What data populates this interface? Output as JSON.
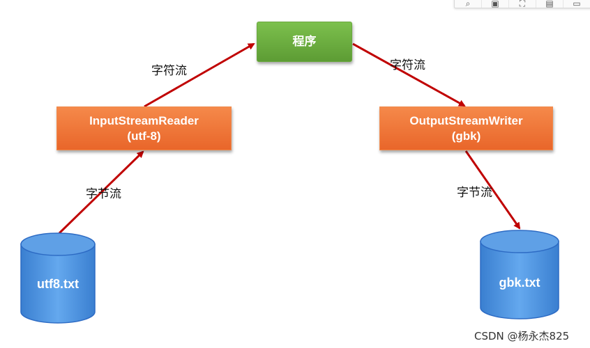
{
  "diagram": {
    "program_box": "程序",
    "reader_box": {
      "line1": "InputStreamReader",
      "line2": "(utf-8)"
    },
    "writer_box": {
      "line1": "OutputStreamWriter",
      "line2": "(gbk)"
    },
    "labels": {
      "char_stream_left": "字符流",
      "char_stream_right": "字符流",
      "byte_stream_left": "字节流",
      "byte_stream_right": "字节流"
    },
    "source_file": "utf8.txt",
    "target_file": "gbk.txt",
    "colors": {
      "arrow": "#c00000",
      "program_box": "#6aae3e",
      "stream_box": "#ee7433",
      "cylinder": "#4a90d9"
    }
  },
  "watermark": "CSDN @杨永杰825",
  "toolbar": {
    "icons": [
      "search-icon",
      "copy-icon",
      "expand-icon",
      "image-icon",
      "edit-icon"
    ]
  }
}
